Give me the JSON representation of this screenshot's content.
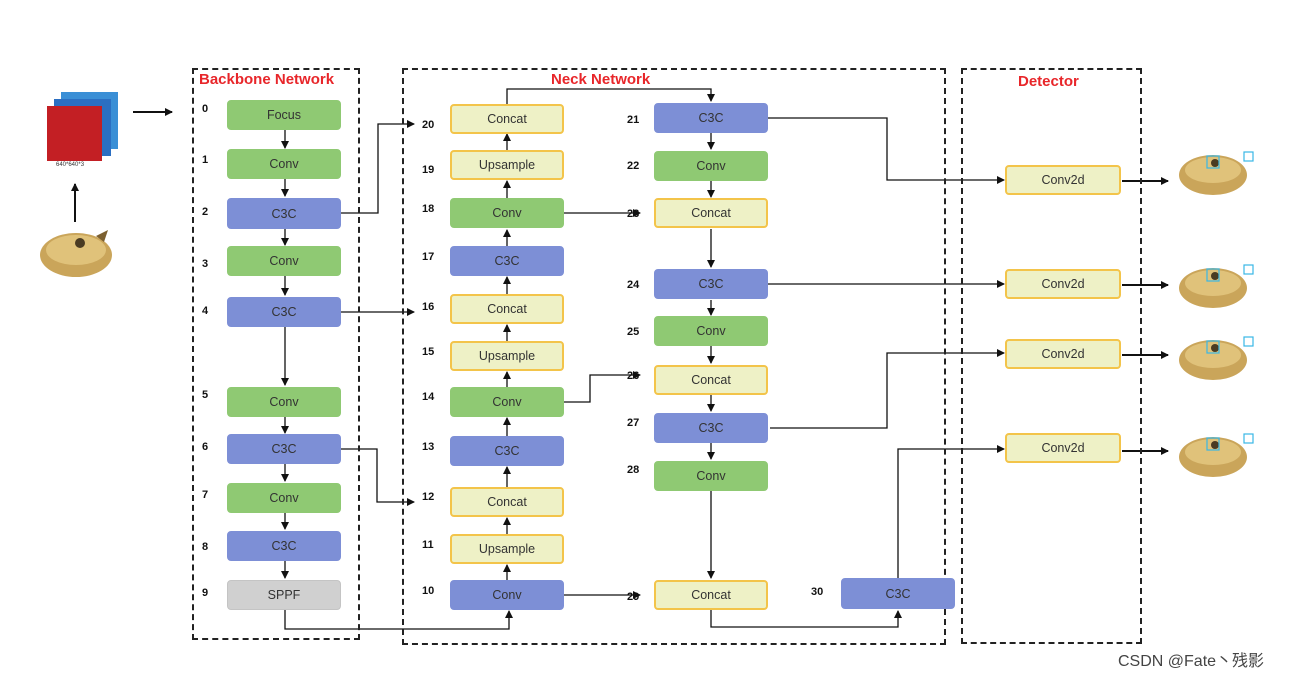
{
  "sections": {
    "backbone": "Backbone Network",
    "neck": "Neck Network",
    "detector": "Detector"
  },
  "input_dims": "640*640*3",
  "nodes": {
    "n0": {
      "idx": "0",
      "label": "Focus"
    },
    "n1": {
      "idx": "1",
      "label": "Conv"
    },
    "n2": {
      "idx": "2",
      "label": "C3C"
    },
    "n3": {
      "idx": "3",
      "label": "Conv"
    },
    "n4": {
      "idx": "4",
      "label": "C3C"
    },
    "n5": {
      "idx": "5",
      "label": "Conv"
    },
    "n6": {
      "idx": "6",
      "label": "C3C"
    },
    "n7": {
      "idx": "7",
      "label": "Conv"
    },
    "n8": {
      "idx": "8",
      "label": "C3C"
    },
    "n9": {
      "idx": "9",
      "label": "SPPF"
    },
    "n10": {
      "idx": "10",
      "label": "Conv"
    },
    "n11": {
      "idx": "11",
      "label": "Upsample"
    },
    "n12": {
      "idx": "12",
      "label": "Concat"
    },
    "n13": {
      "idx": "13",
      "label": "C3C"
    },
    "n14": {
      "idx": "14",
      "label": "Conv"
    },
    "n15": {
      "idx": "15",
      "label": "Upsample"
    },
    "n16": {
      "idx": "16",
      "label": "Concat"
    },
    "n17": {
      "idx": "17",
      "label": "C3C"
    },
    "n18": {
      "idx": "18",
      "label": "Conv"
    },
    "n19": {
      "idx": "19",
      "label": "Upsample"
    },
    "n20": {
      "idx": "20",
      "label": "Concat"
    },
    "n21": {
      "idx": "21",
      "label": "C3C"
    },
    "n22": {
      "idx": "22",
      "label": "Conv"
    },
    "n23": {
      "idx": "23",
      "label": "Concat"
    },
    "n24": {
      "idx": "24",
      "label": "C3C"
    },
    "n25": {
      "idx": "25",
      "label": "Conv"
    },
    "n26": {
      "idx": "26",
      "label": "Concat"
    },
    "n27": {
      "idx": "27",
      "label": "C3C"
    },
    "n28": {
      "idx": "28",
      "label": "Conv"
    },
    "n29": {
      "idx": "29",
      "label": "Concat"
    },
    "n30": {
      "idx": "30",
      "label": "C3C"
    }
  },
  "detector": {
    "d1": "Conv2d",
    "d2": "Conv2d",
    "d3": "Conv2d",
    "d4": "Conv2d"
  },
  "watermark": "CSDN @Fate丶残影",
  "colors": {
    "section_title": "#e8262a",
    "conv_green": "#8fc973",
    "c3c_blue": "#7d8fd6",
    "concat_fill": "#eef1c6",
    "concat_border": "#f3c44a",
    "sppf_gray": "#d0d0d0"
  }
}
